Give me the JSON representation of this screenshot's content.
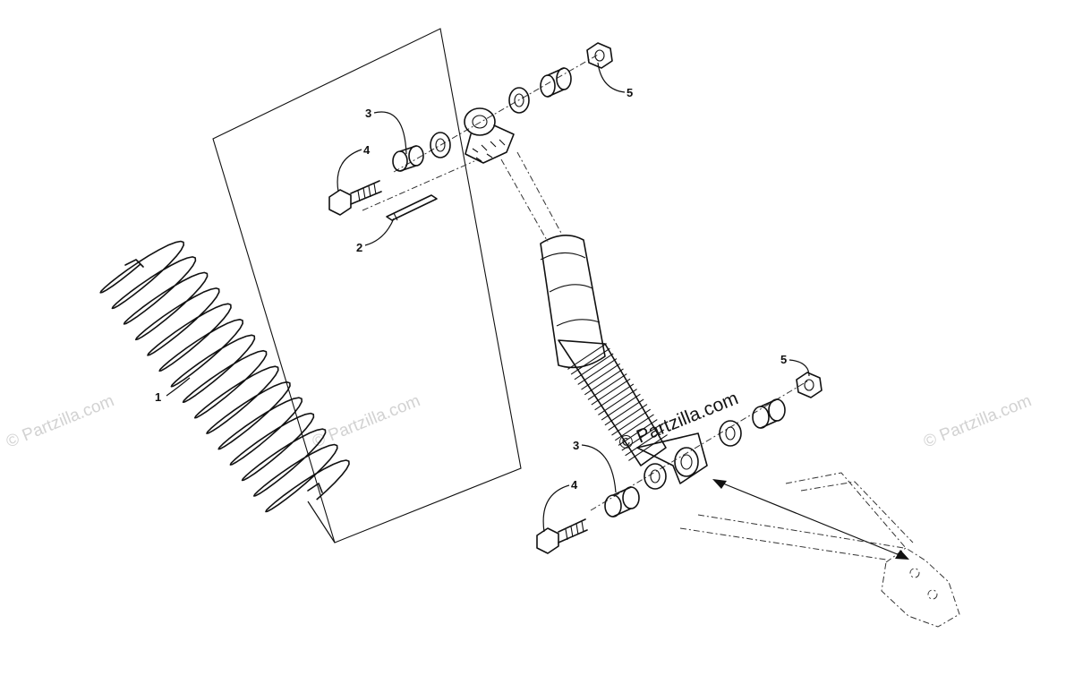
{
  "callouts": {
    "p1": "1",
    "p2": "2",
    "p3_top": "3",
    "p4_top": "4",
    "p5_top": "5",
    "p3_bottom": "3",
    "p4_bottom": "4",
    "p5_bottom": "5"
  },
  "watermark": {
    "main": "© Partzilla.com",
    "faint": "© Partzilla.com"
  }
}
